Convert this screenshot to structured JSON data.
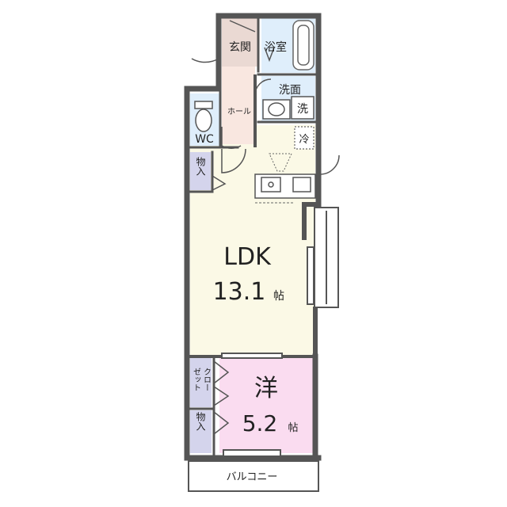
{
  "colors": {
    "wall": "#555555",
    "ldk": "#fbf9e6",
    "bedroom": "#fadcf0",
    "wet": "#dfeefb",
    "entry": "#ead9d3",
    "hall": "#f9e7e0",
    "storage": "#d4d4ec",
    "balcony": "#ffffff"
  },
  "rooms": {
    "genkan": "玄関",
    "bath": "浴室",
    "washroom": "洗面",
    "washer": "洗",
    "hall": "ホール",
    "wc": "WC",
    "fridge": "冷",
    "storage_top": "物入",
    "ldk_name": "LDK",
    "ldk_size": "13.1",
    "ldk_unit": "帖",
    "bedroom_name": "洋",
    "bedroom_size": "5.2",
    "bedroom_unit": "帖",
    "closet_line1": "クロー",
    "closet_line2": "ゼット",
    "storage_bottom": "物入",
    "balcony": "バルコニー"
  }
}
